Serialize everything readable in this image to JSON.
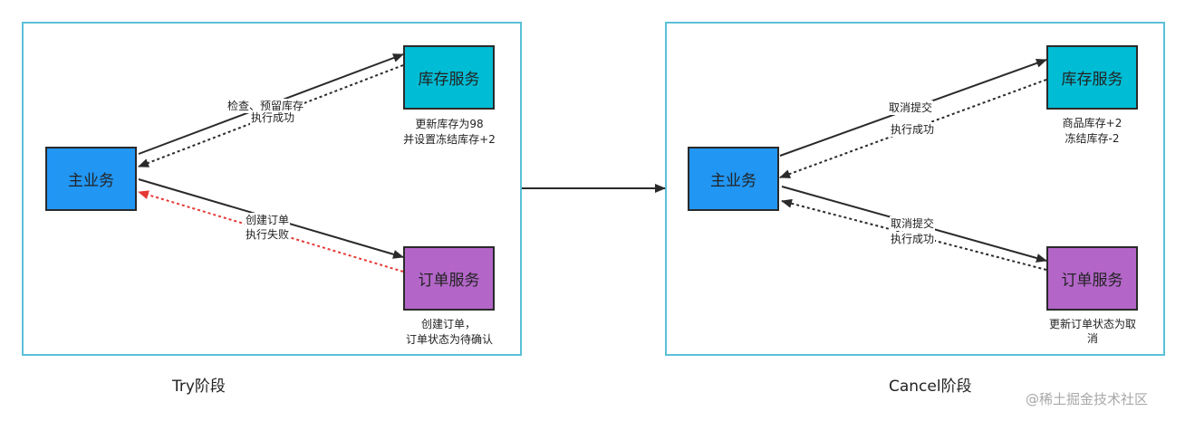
{
  "try": {
    "main_box": "主业务",
    "inventory_box": "库存服务",
    "order_box": "订单服务",
    "inv_call_label": "检查、预留库存",
    "inv_return_label": "执行成功",
    "inv_note_line1": "更新库存为98",
    "inv_note_line2": "并设置冻结库存+2",
    "order_call_label": "创建订单",
    "order_return_label": "执行失败",
    "order_note_line1": "创建订单，",
    "order_note_line2": "订单状态为待确认",
    "phase_label": "Try阶段"
  },
  "cancel": {
    "main_box": "主业务",
    "inventory_box": "库存服务",
    "order_box": "订单服务",
    "inv_call_label": "取消提交",
    "inv_return_label": "执行成功",
    "inv_note_line1": "商品库存+2",
    "inv_note_line2": "冻结库存-2",
    "order_call_label": "取消提交",
    "order_return_label": "执行成功",
    "order_note_line1": "更新订单状态为取",
    "order_note_line2": "消",
    "phase_label": "Cancel阶段"
  },
  "watermark": "@稀土掘金技术社区",
  "colors": {
    "frame": "#5bc0d8",
    "main": "#2196f3",
    "inventory": "#00bcd4",
    "order": "#b366c8",
    "failure_arrow": "#e53935"
  }
}
